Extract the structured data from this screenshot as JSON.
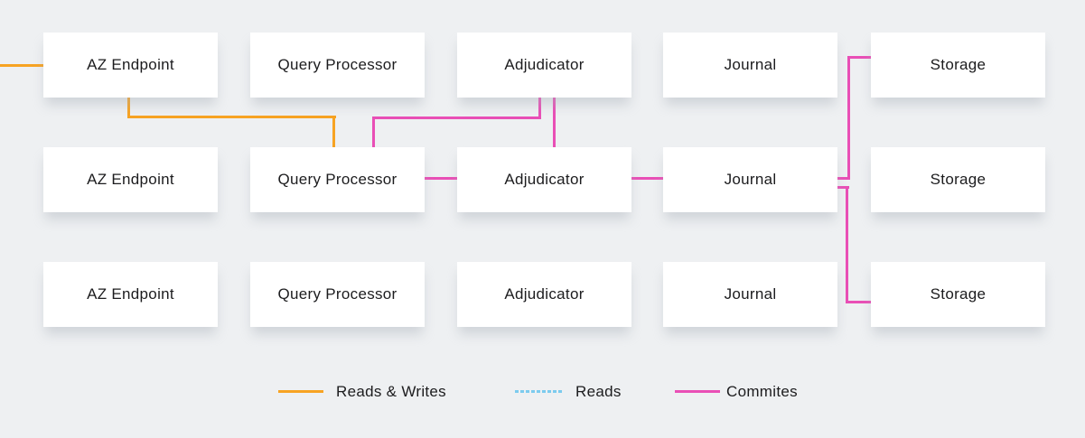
{
  "diagram": {
    "rows": [
      {
        "boxes": [
          "AZ Endpoint",
          "Query Processor",
          "Adjudicator",
          "Journal",
          "Storage"
        ]
      },
      {
        "boxes": [
          "AZ Endpoint",
          "Query Processor",
          "Adjudicator",
          "Journal",
          "Storage"
        ]
      },
      {
        "boxes": [
          "AZ Endpoint",
          "Query Processor",
          "Adjudicator",
          "Journal",
          "Storage"
        ]
      }
    ],
    "edges": [
      {
        "id": "rw-external-az1",
        "type": "reads_writes",
        "from": "external-left-edge",
        "to": "az-endpoint-row1"
      },
      {
        "id": "rw-az1-qp2",
        "type": "reads_writes",
        "from": "az-endpoint-row1",
        "to": "query-processor-row2"
      },
      {
        "id": "c-adj1-qp2",
        "type": "commits",
        "from": "adjudicator-row1",
        "to": "query-processor-row2"
      },
      {
        "id": "c-adj1-adj2",
        "type": "commits",
        "from": "adjudicator-row1",
        "to": "adjudicator-row2"
      },
      {
        "id": "c-qp2-adj2",
        "type": "commits",
        "from": "query-processor-row2",
        "to": "adjudicator-row2"
      },
      {
        "id": "c-adj2-j2",
        "type": "commits",
        "from": "adjudicator-row2",
        "to": "journal-row2"
      },
      {
        "id": "c-j2-s1",
        "type": "commits",
        "from": "journal-row2",
        "to": "storage-row1"
      },
      {
        "id": "c-j2-s3",
        "type": "commits",
        "from": "journal-row2",
        "to": "storage-row3"
      }
    ]
  },
  "legend": {
    "items": [
      {
        "label": "Reads & Writes",
        "color": "#F7A323",
        "style": "solid"
      },
      {
        "label": "Reads",
        "color": "#7CCBEE",
        "style": "dashed"
      },
      {
        "label": "Commites",
        "color": "#E94FB6",
        "style": "solid"
      }
    ]
  },
  "colors": {
    "orange": "#F7A323",
    "pink": "#E94FB6",
    "blue": "#7CCBEE",
    "bg": "#EEF0F2",
    "node_bg": "#FFFFFF",
    "text": "#1C1C1E"
  }
}
